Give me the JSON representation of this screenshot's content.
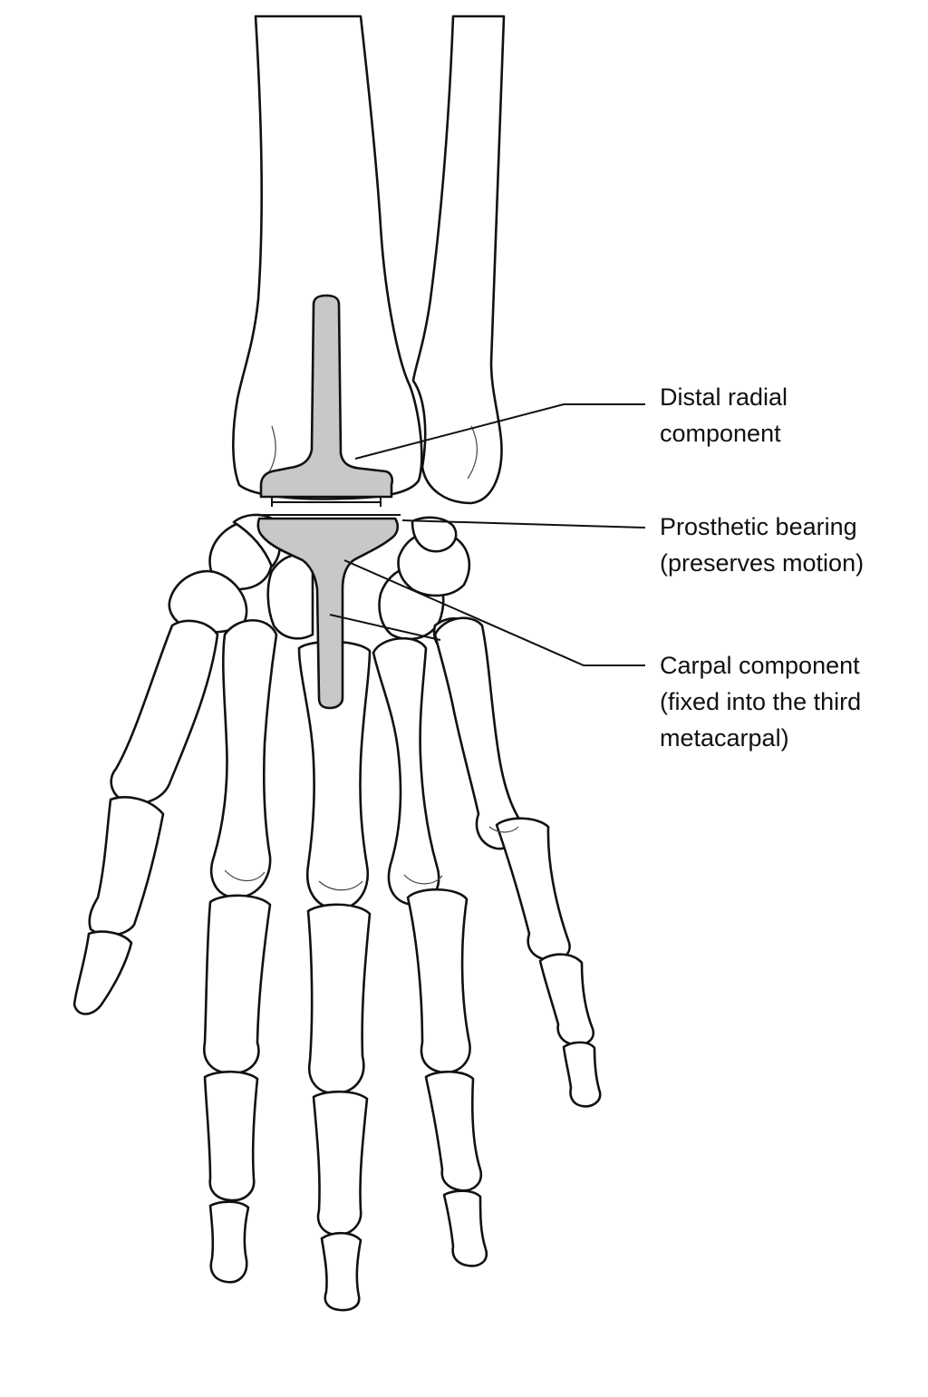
{
  "colors": {
    "background": "#ffffff",
    "line": "#111111",
    "implant_fill": "#c8c8c8"
  },
  "labels": {
    "distal_radial": [
      "Distal radial",
      "component"
    ],
    "bearing": [
      "Prosthetic bearing",
      "(preserves motion)"
    ],
    "carpal": [
      "Carpal component",
      "(fixed into the third",
      "metacarpal)"
    ]
  }
}
